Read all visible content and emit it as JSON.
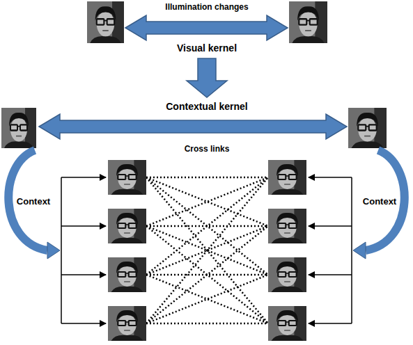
{
  "diagram": {
    "labels": [
      "Illumination changes",
      "Visual kernel",
      "Contextual kernel",
      "Context",
      "Cross links",
      "Context"
    ]
  }
}
